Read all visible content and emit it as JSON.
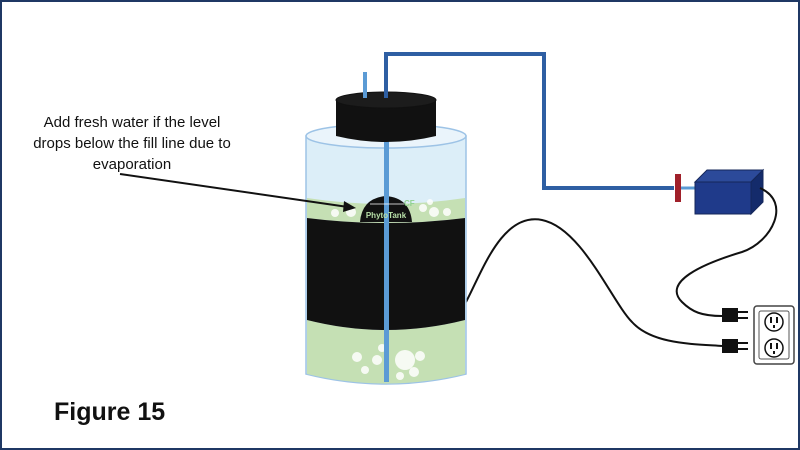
{
  "callout": {
    "lines": [
      "Add fresh water if the level",
      "drops below the fill line due to",
      "evaporation"
    ]
  },
  "figure_label": "Figure 15",
  "tank_label": "PhytoTank",
  "colors": {
    "frame": "#1f3864",
    "water": "#c5e0b4",
    "lid": "#111111",
    "air_tube": "#2e5fa3",
    "riser": "#5b9bd5",
    "pump": "#1f3a8a",
    "valve": "#a0202a",
    "vessel": "#dceef8"
  },
  "icons": [
    "outlet-icon",
    "plug-icon",
    "bubble-icon"
  ]
}
